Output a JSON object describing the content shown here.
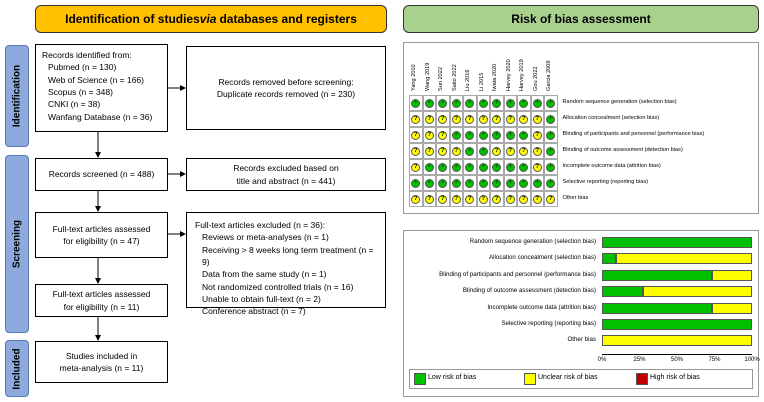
{
  "left_header": "Identification of studies via databases and registers",
  "left_header_pre": "Identification of studies ",
  "left_header_via": "via",
  "left_header_post": " databases and registers",
  "right_header": "Risk of bias assessment",
  "colors": {
    "header_left": "#ffc000",
    "header_right": "#a9d18e",
    "side": "#8ea9db",
    "green": "#00c000",
    "yellow": "#ffff00",
    "red": "#c00000"
  },
  "sides": [
    "Identification",
    "Screening",
    "Included"
  ],
  "flow": {
    "records_identified_title": "Records identified from:",
    "records_identified_items": [
      "Pubmed (n = 130)",
      "Web of Science (n = 166)",
      "Scopus (n = 348)",
      "CNKI (n = 38)",
      "Wanfang Database (n = 36)"
    ],
    "removed_title": "Records removed before screening:",
    "removed_item": "Duplicate records removed (n = 230)",
    "screened": "Records screened (n = 488)",
    "excluded_line1": "Records excluded based on",
    "excluded_line2": "title and abstract (n = 441)",
    "fulltext1_line1": "Full-text articles assessed",
    "fulltext1_line2": "for eligibility (n = 47)",
    "ft_excluded_title": "Full-text articles excluded (n = 36):",
    "ft_excluded_items": [
      "Reviews or meta-analyses (n = 1)",
      "Receiving > 8 weeks long term treatment (n = 9)",
      "Data from the same study (n = 1)",
      "Not randomized controlled trials (n = 16)",
      "Unable to obtain full-text (n = 2)",
      "Conference abstract (n = 7)"
    ],
    "fulltext2_line1": "Full-text articles assessed",
    "fulltext2_line2": "for eligibility (n = 11)",
    "included_line1": "Studies included in",
    "included_line2": "meta-analysis (n = 11)"
  },
  "rob_summary": {
    "studies": [
      "Yang 2010",
      "Wang 2019",
      "Sun 2022",
      "Saito 2022",
      "Liu 2016",
      "Li 2015",
      "Iwata 2020",
      "Harvey 2020",
      "Harvey 2019",
      "Gou 2022",
      "Garcia 2009"
    ],
    "domains": [
      "Random sequence generation (selection bias)",
      "Allocation concealment (selection bias)",
      "Blinding of participants and personnel (performance bias)",
      "Blinding of outcome assessment (detection bias)",
      "Incomplete outcome data (attrition bias)",
      "Selective reporting (reporting bias)",
      "Other bias"
    ],
    "grid": [
      [
        "+",
        "+",
        "+",
        "+",
        "+",
        "+",
        "+",
        "+",
        "+",
        "+",
        "+"
      ],
      [
        "?",
        "?",
        "?",
        "?",
        "?",
        "?",
        "?",
        "?",
        "?",
        "?",
        "+"
      ],
      [
        "?",
        "?",
        "?",
        "+",
        "+",
        "+",
        "+",
        "+",
        "+",
        "?",
        "+"
      ],
      [
        "?",
        "?",
        "?",
        "?",
        "+",
        "+",
        "?",
        "?",
        "?",
        "?",
        "+"
      ],
      [
        "?",
        "+",
        "+",
        "+",
        "+",
        "+",
        "+",
        "+",
        "+",
        "?",
        "+"
      ],
      [
        "+",
        "+",
        "+",
        "+",
        "+",
        "+",
        "+",
        "+",
        "+",
        "+",
        "+"
      ],
      [
        "?",
        "?",
        "?",
        "?",
        "?",
        "?",
        "?",
        "?",
        "?",
        "?",
        "?"
      ]
    ]
  },
  "chart_data": {
    "type": "bar",
    "categories": [
      "Random sequence generation (selection bias)",
      "Allocation concealment (selection bias)",
      "Blinding of participants and personnel (performance bias)",
      "Blinding of outcome assessment (detection bias)",
      "Incomplete outcome data (attrition bias)",
      "Selective reporting (reporting bias)",
      "Other bias"
    ],
    "series": [
      {
        "name": "Low risk of bias",
        "values": [
          100,
          9,
          73,
          27,
          73,
          100,
          0
        ]
      },
      {
        "name": "Unclear risk of bias",
        "values": [
          0,
          91,
          27,
          73,
          27,
          0,
          100
        ]
      },
      {
        "name": "High risk of bias",
        "values": [
          0,
          0,
          0,
          0,
          0,
          0,
          0
        ]
      }
    ],
    "xticks": [
      "0%",
      "25%",
      "50%",
      "75%",
      "100%"
    ],
    "xlim": [
      0,
      100
    ]
  }
}
